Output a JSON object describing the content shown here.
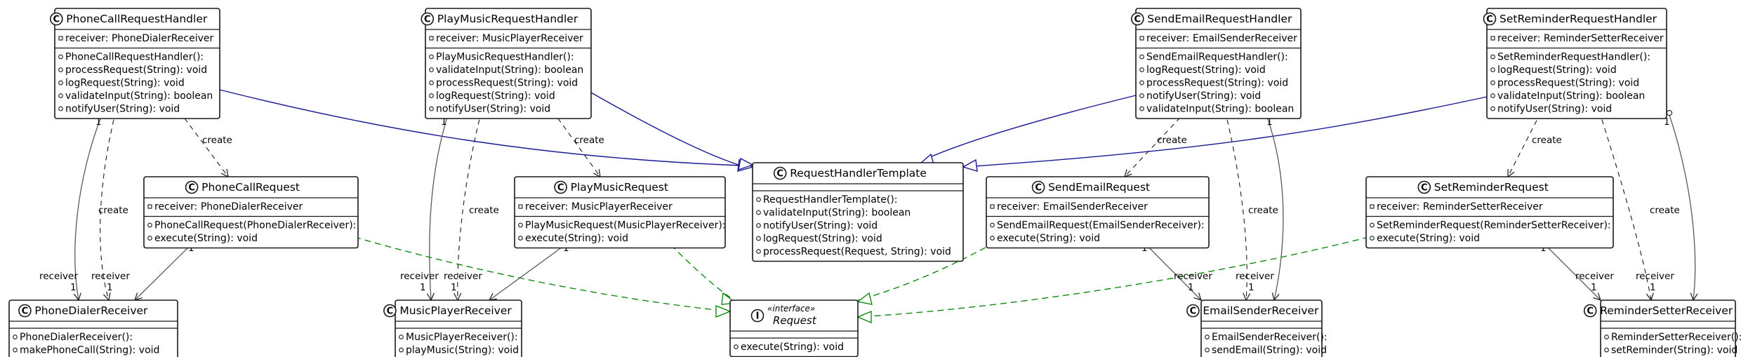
{
  "classes": {
    "phone_handler": {
      "name": "PhoneCallRequestHandler",
      "fields": [
        "receiver: PhoneDialerReceiver"
      ],
      "methods": [
        "PhoneCallRequestHandler():",
        "processRequest(String): void",
        "logRequest(String): void",
        "validateInput(String): boolean",
        "notifyUser(String): void"
      ]
    },
    "music_handler": {
      "name": "PlayMusicRequestHandler",
      "fields": [
        "receiver: MusicPlayerReceiver"
      ],
      "methods": [
        "PlayMusicRequestHandler():",
        "validateInput(String): boolean",
        "processRequest(String): void",
        "logRequest(String): void",
        "notifyUser(String): void"
      ]
    },
    "email_handler": {
      "name": "SendEmailRequestHandler",
      "fields": [
        "receiver: EmailSenderReceiver"
      ],
      "methods": [
        "SendEmailRequestHandler():",
        "logRequest(String): void",
        "processRequest(String): void",
        "notifyUser(String): void",
        "validateInput(String): boolean"
      ]
    },
    "reminder_handler": {
      "name": "SetReminderRequestHandler",
      "fields": [
        "receiver: ReminderSetterReceiver"
      ],
      "methods": [
        "SetReminderRequestHandler():",
        "logRequest(String): void",
        "processRequest(String): void",
        "validateInput(String): boolean",
        "notifyUser(String): void"
      ]
    },
    "phone_request": {
      "name": "PhoneCallRequest",
      "fields": [
        "receiver: PhoneDialerReceiver"
      ],
      "methods": [
        "PhoneCallRequest(PhoneDialerReceiver):",
        "execute(String): void"
      ]
    },
    "music_request": {
      "name": "PlayMusicRequest",
      "fields": [
        "receiver: MusicPlayerReceiver"
      ],
      "methods": [
        "PlayMusicRequest(MusicPlayerReceiver):",
        "execute(String): void"
      ]
    },
    "template": {
      "name": "RequestHandlerTemplate",
      "fields": [],
      "methods": [
        "RequestHandlerTemplate():",
        "validateInput(String): boolean",
        "notifyUser(String): void",
        "logRequest(String): void",
        "processRequest(Request, String): void"
      ]
    },
    "email_request": {
      "name": "SendEmailRequest",
      "fields": [
        "receiver: EmailSenderReceiver"
      ],
      "methods": [
        "SendEmailRequest(EmailSenderReceiver):",
        "execute(String): void"
      ]
    },
    "reminder_request": {
      "name": "SetReminderRequest",
      "fields": [
        "receiver: ReminderSetterReceiver"
      ],
      "methods": [
        "SetReminderRequest(ReminderSetterReceiver):",
        "execute(String): void"
      ]
    },
    "phone_receiver": {
      "name": "PhoneDialerReceiver",
      "fields": [],
      "methods": [
        "PhoneDialerReceiver():",
        "makePhoneCall(String): void"
      ]
    },
    "music_receiver": {
      "name": "MusicPlayerReceiver",
      "fields": [],
      "methods": [
        "MusicPlayerReceiver():",
        "playMusic(String): void"
      ]
    },
    "request_interface": {
      "name": "Request",
      "stereotype": "«interface»",
      "fields": [],
      "methods": [
        "execute(String): void"
      ]
    },
    "email_receiver": {
      "name": "EmailSenderReceiver",
      "fields": [],
      "methods": [
        "EmailSenderReceiver():",
        "sendEmail(String): void"
      ]
    },
    "reminder_receiver": {
      "name": "ReminderSetterReceiver",
      "fields": [],
      "methods": [
        "ReminderSetterReceiver():",
        "setReminder(String): void"
      ]
    }
  },
  "labels": {
    "create": "create",
    "receiver": "receiver",
    "one": "1",
    "class_glyph": "C",
    "interface_glyph": "I"
  },
  "colors": {
    "inheritance": "#181894",
    "realization": "#008400",
    "association": "#5a5a5a",
    "dependency": "#181818"
  }
}
